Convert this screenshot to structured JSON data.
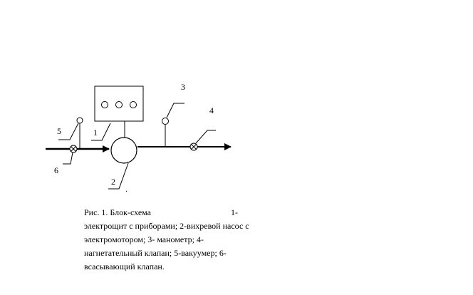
{
  "diagram": {
    "labels": {
      "n1": "1",
      "n2": "2",
      "n3": "3",
      "n4": "4",
      "n5": "5",
      "n6": "6",
      "dot": "."
    }
  },
  "caption": {
    "line1_left": "Рис. 1. Блок-схема",
    "line1_right": "1-",
    "line2": "электрощит с приборами; 2-вихревой насос с",
    "line3": "электромотором; 3- манометр; 4-",
    "line4": "нагнетательный клапан; 5-вакуумер; 6-",
    "line5": "всасывающий клапан."
  }
}
